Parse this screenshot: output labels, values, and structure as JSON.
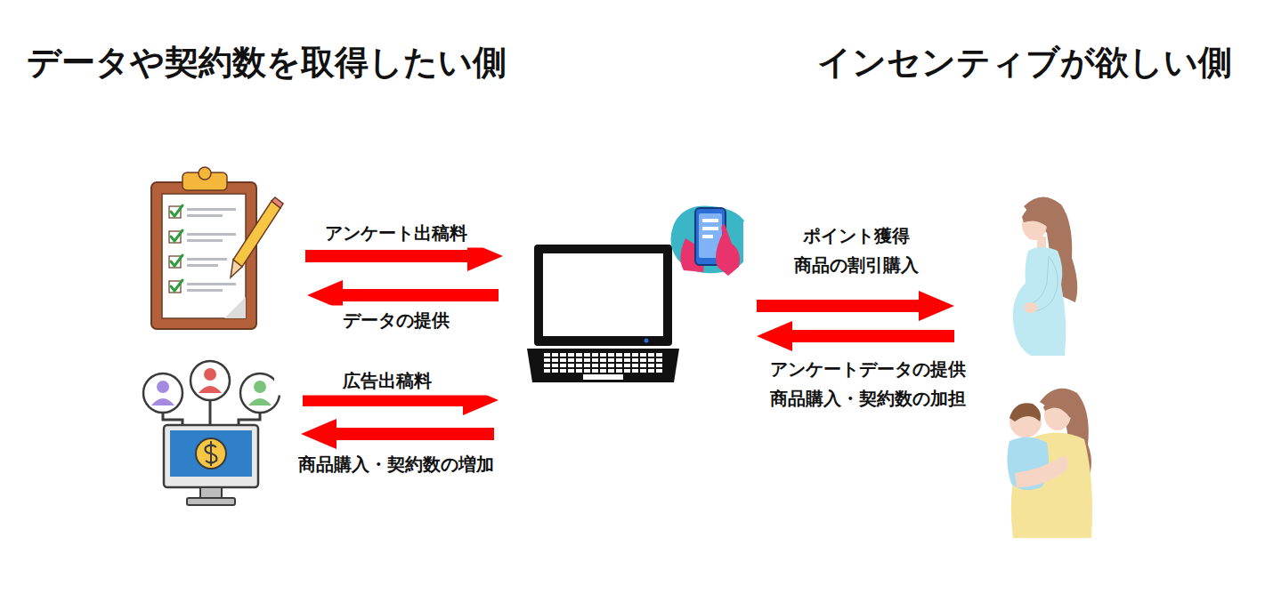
{
  "diagram": {
    "nodes": [
      {
        "text": []
      },
      {
        "text": []
      },
      {
        "text": []
      },
      {
        "text": []
      },
      {
        "text": []
      }
    ],
    "edges": [
      {
        "from": 0,
        "to": 2,
        "arrow": "to",
        "label": "アンケート出稿料"
      },
      {
        "from": 2,
        "to": 0,
        "arrow": "to",
        "label": "データの提供"
      },
      {
        "from": 1,
        "to": 2,
        "arrow": "to",
        "label": "広告出稿料"
      },
      {
        "from": 2,
        "to": 1,
        "arrow": "to",
        "label": "商品購入・契約数の増加"
      },
      {
        "from": 2,
        "to": 3,
        "arrow": "to",
        "label": "ポイント獲得 商品の割引購入"
      },
      {
        "from": 3,
        "to": 2,
        "arrow": "to",
        "label": "アンケートデータの提供 商品購入・契約数の加担"
      }
    ],
    "labels": [
      "データや契約数を取得したい側",
      "インセンティブが欲しい側"
    ]
  }
}
